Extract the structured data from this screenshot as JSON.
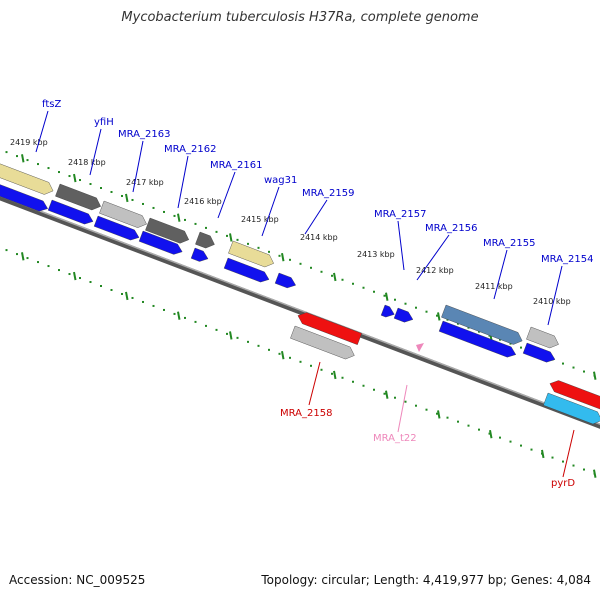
{
  "title": "Mycobacterium tuberculosis H37Ra, complete genome",
  "footer": {
    "accession": "Accession: NC_009525",
    "summary": "Topology: circular; Length: 4,419,977 bp; Genes: 4,084"
  },
  "colors": {
    "forward_label": "#0000cc",
    "reverse_label": "#cc0000",
    "trna_label": "#ee88bb",
    "tick": "#228822",
    "backbone": "#777777"
  },
  "scale_ticks": [
    "2419 kbp",
    "2418 kbp",
    "2417 kbp",
    "2416 kbp",
    "2415 kbp",
    "2414 kbp",
    "2413 kbp",
    "2412 kbp",
    "2411 kbp",
    "2410 kbp"
  ],
  "genes": [
    {
      "name": "ftsZ",
      "strand": "forward",
      "color": "#e8dc98"
    },
    {
      "name": "yfiH",
      "strand": "forward",
      "color": "#606060"
    },
    {
      "name": "MRA_2163",
      "strand": "forward",
      "color": "#c0c0c0"
    },
    {
      "name": "MRA_2162",
      "strand": "forward",
      "color": "#606060"
    },
    {
      "name": "MRA_2161",
      "strand": "forward",
      "color": "#606060"
    },
    {
      "name": "wag31",
      "strand": "forward",
      "color": "#e8dc98"
    },
    {
      "name": "MRA_2159",
      "strand": "forward",
      "color": "#ffffff"
    },
    {
      "name": "MRA_2157",
      "strand": "forward",
      "color": "#ffffff"
    },
    {
      "name": "MRA_2156",
      "strand": "forward",
      "color": "#5a86b4"
    },
    {
      "name": "MRA_2155",
      "strand": "forward",
      "color": "#5a86b4"
    },
    {
      "name": "MRA_2154",
      "strand": "forward",
      "color": "#c0c0c0"
    },
    {
      "name": "MRA_2158",
      "strand": "reverse",
      "color": "#c0c0c0"
    },
    {
      "name": "MRA_t22",
      "strand": "reverse",
      "color": "#ee88bb"
    },
    {
      "name": "pyrD",
      "strand": "reverse",
      "color": "#33bbee"
    }
  ]
}
